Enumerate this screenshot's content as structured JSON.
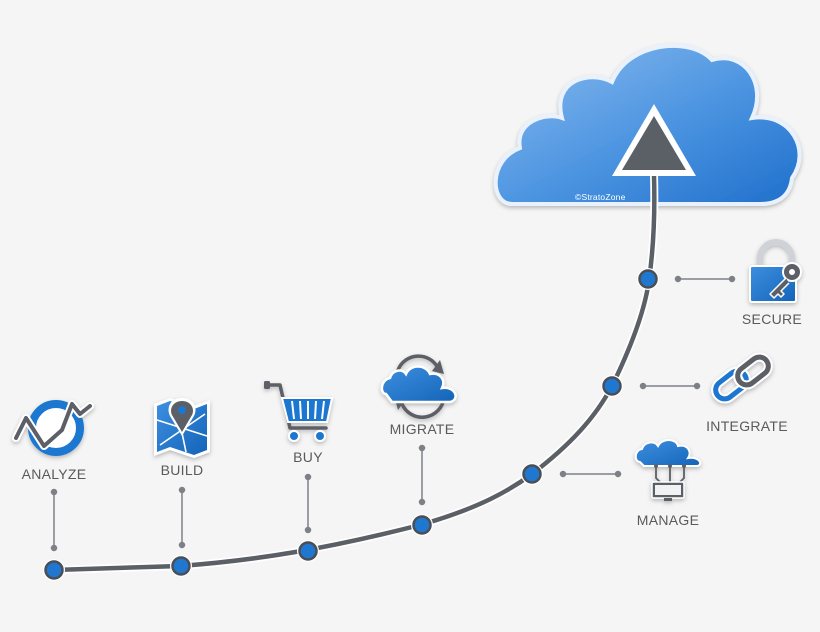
{
  "colors": {
    "accent_blue": "#1f77d0",
    "cloud_light": "#7fb4ea",
    "cloud_dark": "#2a7ed6",
    "path_gray": "#5b5f66",
    "connector_gray": "#7d8087",
    "label_gray": "#5a5a5a"
  },
  "cloud": {
    "copyright": "©StratoZone",
    "icon": "cloud-upload-icon"
  },
  "steps": [
    {
      "key": "analyze",
      "label": "ANALYZE",
      "icon": "analytics-chart-icon"
    },
    {
      "key": "build",
      "label": "BUILD",
      "icon": "map-pin-icon"
    },
    {
      "key": "buy",
      "label": "BUY",
      "icon": "shopping-cart-icon"
    },
    {
      "key": "migrate",
      "label": "MIGRATE",
      "icon": "cloud-sync-icon"
    },
    {
      "key": "manage",
      "label": "MANAGE",
      "icon": "cloud-monitor-icon"
    },
    {
      "key": "integrate",
      "label": "INTEGRATE",
      "icon": "chain-link-icon"
    },
    {
      "key": "secure",
      "label": "SECURE",
      "icon": "padlock-key-icon"
    }
  ]
}
